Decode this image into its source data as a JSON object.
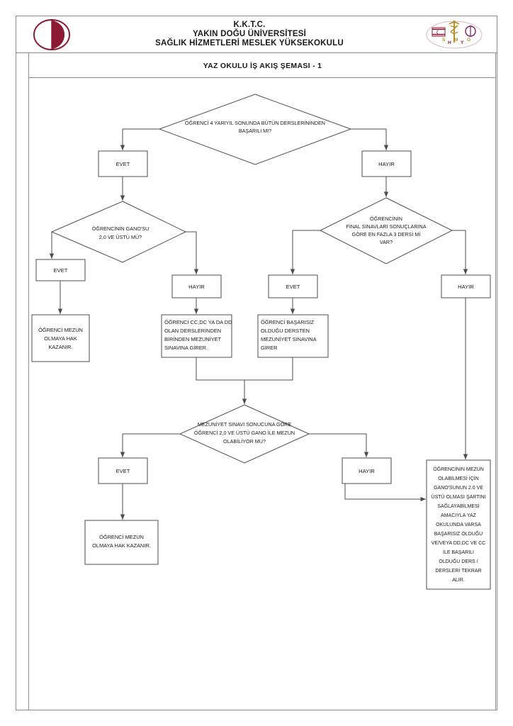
{
  "document": {
    "header": {
      "org_line1": "K.K.T.C.",
      "org_line2": "YAKIN DOĞU ÜNİVERSİTESİ",
      "org_line3": "SAĞLIK HİZMETLERİ MESLEK YÜKSEKOKULU",
      "logo_left_name": "neu-crescent-logo",
      "logo_right_name": "shmyo-caduceus-logo",
      "logo_color": "#8c1a33"
    },
    "title": "YAZ OKULU İŞ AKIŞ ŞEMASI - 1"
  },
  "chart_data": {
    "type": "diagram",
    "title": "YAZ OKULU İŞ AKIŞ ŞEMASI - 1",
    "nodes": [
      {
        "id": "d1",
        "shape": "diamond",
        "text": [
          "ÖĞRENCİ 4 YARIYIL SONUNDA BÜTÜN DERSLERİNİNDEN",
          "BAŞARILI MI?"
        ]
      },
      {
        "id": "b_evet1",
        "shape": "box",
        "text": [
          "EVET"
        ]
      },
      {
        "id": "b_hayir1",
        "shape": "box",
        "text": [
          "HAYIR"
        ]
      },
      {
        "id": "d2",
        "shape": "diamond",
        "text": [
          "ÖĞRENCİNİN GANO'SU",
          "2,0 VE ÜSTÜ  MÜ?"
        ]
      },
      {
        "id": "d3",
        "shape": "diamond",
        "text": [
          "ÖĞRENCİNİN",
          "FİNAL SINAVLARI SONUÇLARINA",
          "GÖRE EN FAZLA 3 DERSİ Mİ",
          "VAR?"
        ]
      },
      {
        "id": "b_evet2",
        "shape": "box",
        "text": [
          "EVET"
        ]
      },
      {
        "id": "b_hayir2",
        "shape": "box",
        "text": [
          "HAYIR"
        ]
      },
      {
        "id": "b_evet3",
        "shape": "box",
        "text": [
          "EVET"
        ]
      },
      {
        "id": "b_hayir3",
        "shape": "box",
        "text": [
          "HAYIR"
        ]
      },
      {
        "id": "p1",
        "shape": "box",
        "align": "center",
        "text": [
          "ÖĞRENCİ MEZUN",
          "OLMAYA HAK",
          "KAZANIR."
        ]
      },
      {
        "id": "p2",
        "shape": "box",
        "align": "left",
        "text": [
          "ÖĞRENCİ CC,DC YA DA DD",
          "OLAN DERSLERİNDEN",
          "BİRİNDEN MEZUNİYET",
          "SINAVINA GİRER."
        ]
      },
      {
        "id": "p3",
        "shape": "box",
        "align": "left",
        "text": [
          "ÖĞRENCİ BAŞARISIZ",
          "OLDUĞU DERSTEN",
          "MEZUNİYET SINAVINA",
          "GİRER"
        ]
      },
      {
        "id": "d4",
        "shape": "diamond",
        "text": [
          "MEZUNİYET SINAVI SONUCUNA GÖRE",
          "ÖĞRENCİ  2,0 VE ÜSTÜ GANO İLE MEZUN",
          "OLABİLİYOR MU?"
        ]
      },
      {
        "id": "b_evet4",
        "shape": "box",
        "text": [
          "EVET"
        ]
      },
      {
        "id": "b_hayir4",
        "shape": "box",
        "text": [
          "HAYIR"
        ]
      },
      {
        "id": "p4",
        "shape": "box",
        "align": "center",
        "text": [
          "ÖĞRENCİ MEZUN",
          "OLMAYA HAK KAZANIR."
        ]
      },
      {
        "id": "p5",
        "shape": "box",
        "align": "center",
        "text": [
          "ÖĞRENCİNİN MEZUN",
          "OLABİLMESİ İÇİN",
          "GANO'SUNUN 2.0 VE",
          "ÜSTÜ OLMASI ŞARTINI",
          "SAĞLAYABİLMESİ",
          "AMACIYLA YAZ",
          "OKULUNDA VARSA",
          "BAŞARISIZ OLDUĞU",
          "VE/VEYA  DD,DC VE CC",
          "İLE BAŞARILI",
          "OLDUĞU DERS /",
          "DERSLERİ  TEKRAR",
          "ALIR."
        ]
      }
    ],
    "edges": [
      {
        "from": "d1",
        "to": "b_evet1",
        "label": ""
      },
      {
        "from": "d1",
        "to": "b_hayir1",
        "label": ""
      },
      {
        "from": "b_evet1",
        "to": "d2",
        "label": ""
      },
      {
        "from": "b_hayir1",
        "to": "d3",
        "label": ""
      },
      {
        "from": "d2",
        "to": "b_evet2",
        "label": ""
      },
      {
        "from": "d2",
        "to": "b_hayir2",
        "label": ""
      },
      {
        "from": "d3",
        "to": "b_evet3",
        "label": ""
      },
      {
        "from": "d3",
        "to": "b_hayir3",
        "label": ""
      },
      {
        "from": "b_evet2",
        "to": "p1",
        "label": ""
      },
      {
        "from": "b_hayir2",
        "to": "p2",
        "label": ""
      },
      {
        "from": "b_evet3",
        "to": "p3",
        "label": ""
      },
      {
        "from": "b_hayir3",
        "to": "p5",
        "label": ""
      },
      {
        "from": "p2",
        "to": "d4",
        "label": ""
      },
      {
        "from": "p3",
        "to": "d4",
        "label": ""
      },
      {
        "from": "d4",
        "to": "b_evet4",
        "label": ""
      },
      {
        "from": "d4",
        "to": "b_hayir4",
        "label": ""
      },
      {
        "from": "b_evet4",
        "to": "p4",
        "label": ""
      },
      {
        "from": "b_hayir4",
        "to": "p5",
        "label": ""
      }
    ]
  },
  "text": {
    "d1_l1": "ÖĞRENCİ 4 YARIYIL SONUNDA BÜTÜN DERSLERİNİNDEN",
    "d1_l2": "BAŞARILI MI?",
    "evet": "EVET",
    "hayir": "HAYIR",
    "d2_l1": "ÖĞRENCİNİN GANO'SU",
    "d2_l2": "2,0 VE ÜSTÜ  MÜ?",
    "d3_l1": "ÖĞRENCİNİN",
    "d3_l2": "FİNAL SINAVLARI SONUÇLARINA",
    "d3_l3": "GÖRE EN FAZLA 3 DERSİ Mİ",
    "d3_l4": "VAR?",
    "p1_l1": "ÖĞRENCİ MEZUN",
    "p1_l2": "OLMAYA HAK",
    "p1_l3": "KAZANIR.",
    "p2_l1": "ÖĞRENCİ CC,DC YA DA DD",
    "p2_l2": "OLAN DERSLERİNDEN",
    "p2_l3": "BİRİNDEN MEZUNİYET",
    "p2_l4": "SINAVINA GİRER.",
    "p3_l1": "ÖĞRENCİ BAŞARISIZ",
    "p3_l2": "OLDUĞU DERSTEN",
    "p3_l3": "MEZUNİYET SINAVINA",
    "p3_l4": "GİRER",
    "d4_l1": "MEZUNİYET SINAVI SONUCUNA GÖRE",
    "d4_l2": "ÖĞRENCİ  2,0 VE ÜSTÜ GANO İLE MEZUN",
    "d4_l3": "OLABİLİYOR MU?",
    "p4_l1": "ÖĞRENCİ MEZUN",
    "p4_l2": "OLMAYA HAK KAZANIR.",
    "p5_l1": "ÖĞRENCİNİN MEZUN",
    "p5_l2": "OLABİLMESİ İÇİN",
    "p5_l3": "GANO'SUNUN 2.0 VE",
    "p5_l4": "ÜSTÜ OLMASI ŞARTINI",
    "p5_l5": "SAĞLAYABİLMESİ",
    "p5_l6": "AMACIYLA YAZ",
    "p5_l7": "OKULUNDA VARSA",
    "p5_l8": "BAŞARISIZ OLDUĞU",
    "p5_l9": "VE/VEYA  DD,DC VE CC",
    "p5_l10": "İLE BAŞARILI",
    "p5_l11": "OLDUĞU DERS /",
    "p5_l12": "DERSLERİ  TEKRAR",
    "p5_l13": "ALIR."
  }
}
